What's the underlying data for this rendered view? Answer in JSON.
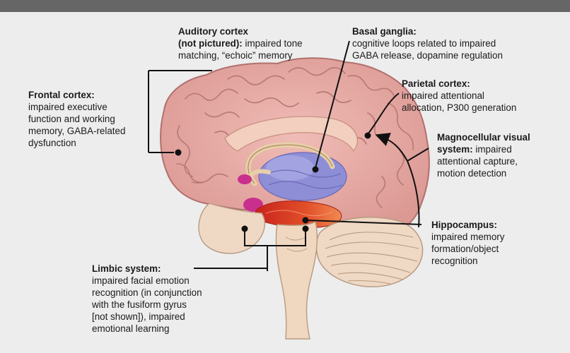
{
  "labels": {
    "auditory": {
      "title_line1": "Auditory cortex",
      "title_line2": "(not pictured):",
      "desc_line2": " impaired tone",
      "desc_line3": "matching, “echoic” memory"
    },
    "basal": {
      "title": "Basal ganglia:",
      "desc_line1": "cognitive loops related to impaired",
      "desc_line2": "GABA release, dopamine regulation"
    },
    "parietal": {
      "title": "Parietal cortex:",
      "desc_line1": "impaired attentional",
      "desc_line2": "allocation, P300 generation"
    },
    "frontal": {
      "title": "Frontal cortex:",
      "desc_line1": "impaired executive",
      "desc_line2": "function and working",
      "desc_line3": "memory, GABA-related",
      "desc_line4": "dysfunction"
    },
    "magno": {
      "title_line1": "Magnocellular visual",
      "title_line2": "system:",
      "desc_line2": " impaired",
      "desc_line3": "attentional capture,",
      "desc_line4": "motion detection"
    },
    "hippo": {
      "title": "Hippocampus:",
      "desc_line1": "impaired memory",
      "desc_line2": "formation/object",
      "desc_line3": "recognition"
    },
    "limbic": {
      "title": "Limbic system:",
      "desc_line1": "impaired facial emotion",
      "desc_line2": "recognition (in conjunction",
      "desc_line3": "with the fusiform gyrus",
      "desc_line4": "[not shown]), impaired",
      "desc_line5": "emotional learning"
    }
  },
  "colors": {
    "cortex": "#e6a9a4",
    "cortex_outline": "#b0706e",
    "cerebellum": "#efd8c4",
    "brainstem": "#f0d7bf",
    "basal_ganglia": "#8e8ed6",
    "hippocampus": "#d9432b",
    "limbic": "#c92f8c",
    "leader_lines": "#111111",
    "header_bar": "#666666",
    "background": "#ededed"
  }
}
